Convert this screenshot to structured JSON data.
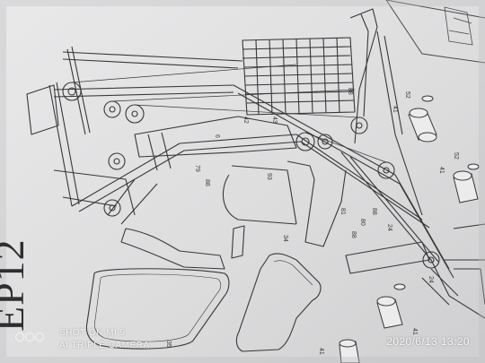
{
  "document": {
    "step_title": "EP12"
  },
  "callouts": [
    "52",
    "41",
    "52",
    "41",
    "41",
    "41",
    "35",
    "34",
    "93",
    "88",
    "79",
    "88",
    "81",
    "24",
    "24",
    "80",
    "88",
    "42",
    "43",
    "88",
    "6"
  ],
  "watermark": {
    "line1": "SHOT ON MI 9",
    "line2": "AI TRIPLE CAMERA",
    "timestamp": "2020/6/13  13:20"
  },
  "colors": {
    "paper": "#e3e3e4",
    "ink": "#3a3a3c",
    "watermark": "#f4f4f4"
  },
  "icons": {
    "logo": "mi-camera-dots-logo"
  }
}
